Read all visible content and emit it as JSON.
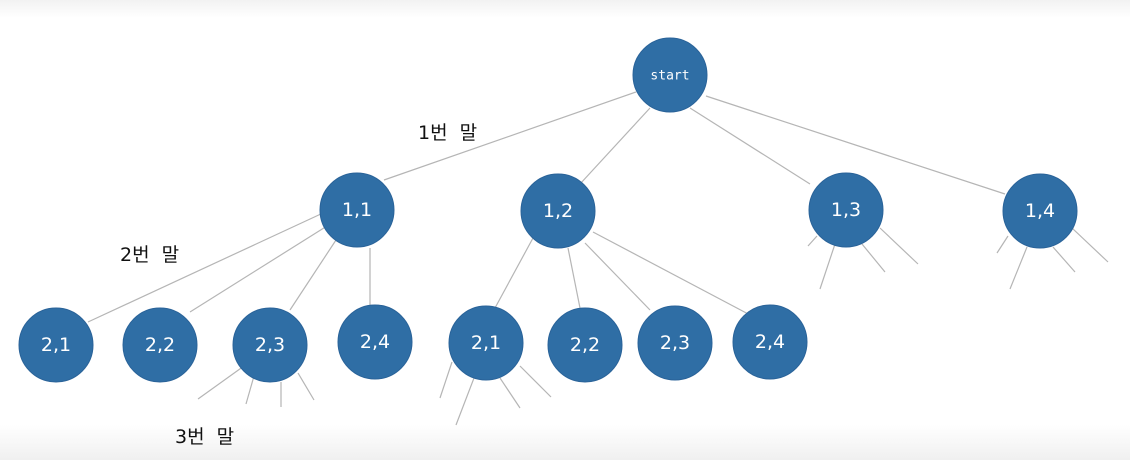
{
  "root": {
    "label": "start"
  },
  "level1": [
    {
      "label": "1,1"
    },
    {
      "label": "1,2"
    },
    {
      "label": "1,3"
    },
    {
      "label": "1,4"
    }
  ],
  "level2_left": [
    {
      "label": "2,1"
    },
    {
      "label": "2,2"
    },
    {
      "label": "2,3"
    },
    {
      "label": "2,4"
    }
  ],
  "level2_right": [
    {
      "label": "2,1"
    },
    {
      "label": "2,2"
    },
    {
      "label": "2,3"
    },
    {
      "label": "2,4"
    }
  ],
  "annotations": {
    "level1": "1번  말",
    "level2": "2번  말",
    "level3": "3번  말"
  },
  "colors": {
    "node_fill": "#2f6ea5",
    "edge": "#b5b5b5",
    "node_text": "#ffffff"
  }
}
